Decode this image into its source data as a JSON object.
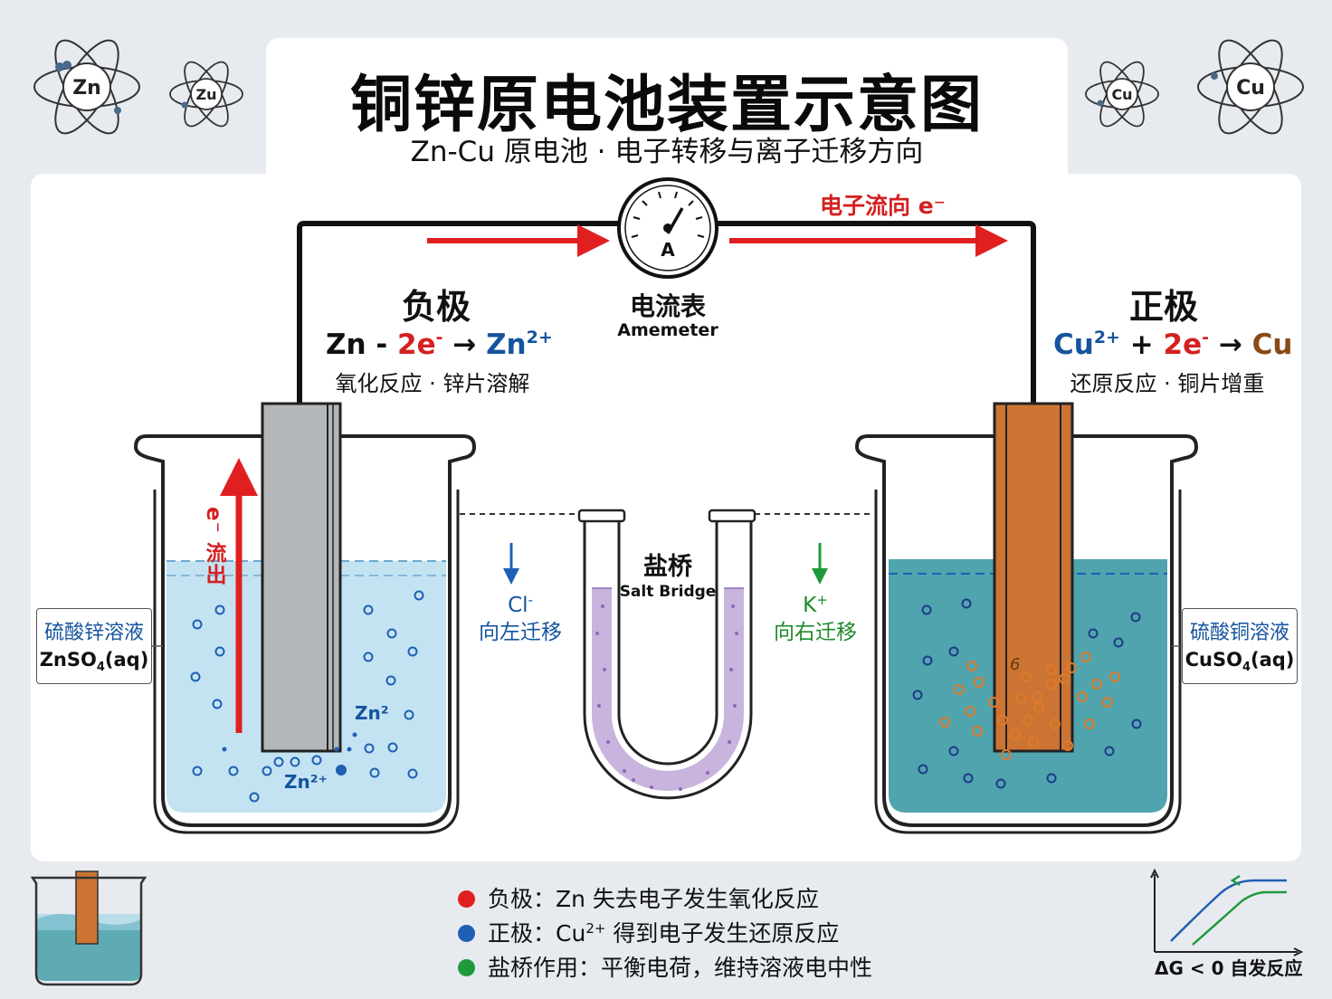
{
  "header": {
    "title": "铜锌原电池装置示意图",
    "subtitle": "Zn-Cu 原电池 · 电子转移与离子迁移方向"
  },
  "atoms": {
    "left_big": "Zn",
    "left_small": "Zu",
    "right_small": "Cu",
    "right_big": "Cu"
  },
  "circuit": {
    "electron_flow_label": "电子流向 e⁻",
    "meter_symbol": "A",
    "meter_cn": "电流表",
    "meter_en": "Amemeter"
  },
  "anode": {
    "title": "负极",
    "eq_a": "Zn",
    "eq_b": " - ",
    "eq_c": "2e",
    "eq_c_sup": "-",
    "eq_arrow": " → ",
    "eq_d": "Zn",
    "eq_d_sup": "2+",
    "desc": "氧化反应 · 锌片溶解",
    "vertical_label": "e⁻ 流出",
    "solution_cn": "硫酸锌溶液",
    "solution_en_a": "ZnSO",
    "solution_en_sub": "4",
    "solution_en_b": "(aq)",
    "ion_label_1": "Zn²",
    "ion_label_2": "Zn²⁺"
  },
  "cathode": {
    "title": "正极",
    "eq_a": "Cu",
    "eq_a_sup": "2+",
    "eq_b": " + ",
    "eq_c": "2e",
    "eq_c_sup": "-",
    "eq_arrow": " → ",
    "eq_d": "Cu",
    "desc": "还原反应 · 铜片增重",
    "solution_cn": "硫酸铜溶液",
    "solution_en_a": "CuSO",
    "solution_en_sub": "4",
    "solution_en_b": "(aq)",
    "ion_label": "6"
  },
  "bridge": {
    "cn": "盐桥",
    "en": "Salt Bridge",
    "cl_ion": "Cl",
    "cl_sup": "-",
    "cl_desc": "向左迁移",
    "k_ion": "K",
    "k_sup": "+",
    "k_desc": "向右迁移"
  },
  "legend": [
    {
      "color": "#e02020",
      "text": "负极：Zn 失去电子发生氧化反应"
    },
    {
      "color": "#1f5fb4",
      "text_a": "正极：Cu",
      "text_sup": "2+",
      "text_b": " 得到电子发生还原反应"
    },
    {
      "color": "#1f9a3a",
      "text": "盐桥作用：平衡电荷，维持溶液电中性"
    }
  ],
  "footer": {
    "dg_label": "ΔG < 0 自发反应"
  },
  "colors": {
    "zinc": "#b4b7b9",
    "copper": "#cc7433",
    "zn_solution": "#c4e3f2",
    "cu_solution": "#4fa4ad",
    "salt_bridge": "#c8b4dd",
    "red_arrow": "#e02020",
    "blue_ion": "#1f5fb4",
    "orange_ion": "#e07a2a"
  }
}
